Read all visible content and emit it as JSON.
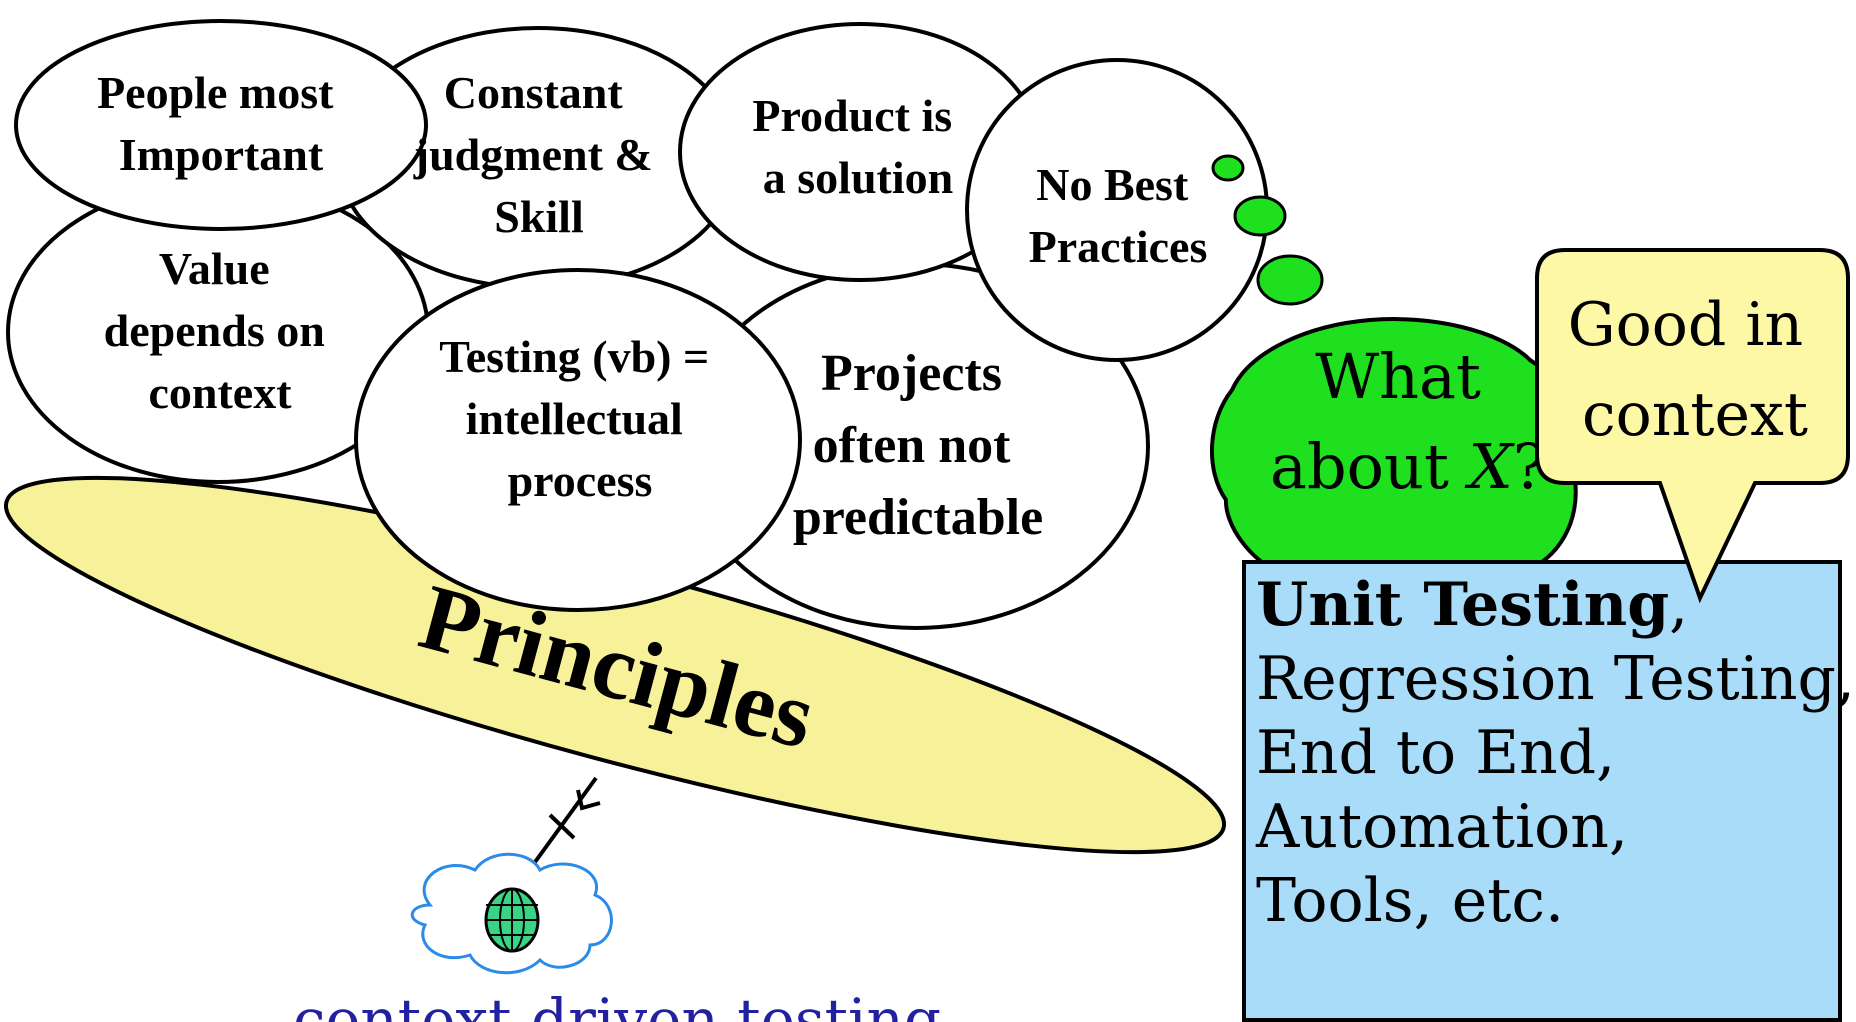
{
  "bubbles": {
    "people": [
      "People most",
      "Important"
    ],
    "judgment": [
      "Constant",
      "judgment &",
      "Skill"
    ],
    "product": [
      "Product is",
      "a solution"
    ],
    "no_best": [
      "No Best",
      "Practices"
    ],
    "value": [
      "Value",
      "depends on",
      "context"
    ],
    "testing": [
      "Testing (vb) =",
      "intellectual",
      "process"
    ],
    "projects": [
      "Projects",
      "often not",
      "predictable"
    ]
  },
  "principles_label": "Principles",
  "bottom_caption": "context-driven testing",
  "thought": {
    "line1": "What",
    "line2_prefix": "about ",
    "line2_var": "X",
    "line2_suffix": "?"
  },
  "speech": [
    "Good in",
    "context"
  ],
  "practices_box": {
    "first_bold": "Unit Testing",
    "first_rest": ",",
    "lines": [
      "Regression Testing,",
      "End to End,",
      "Automation,",
      "Tools, etc."
    ]
  },
  "colors": {
    "principles_fill": "#f7f29a",
    "thought_fill": "#1fe01f",
    "speech_fill": "#fdf8a6",
    "box_fill": "#a9dcf8",
    "globe_fill": "#39d486",
    "cloud_stroke": "#2a8be8",
    "caption_color": "#2222a0"
  },
  "icons": [
    "globe-icon",
    "cloud-icon",
    "crossed-arrow-icon"
  ]
}
